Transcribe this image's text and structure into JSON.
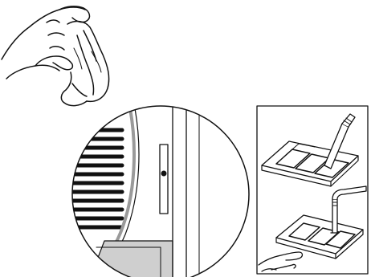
{
  "figure": {
    "illustrations": [
      {
        "name": "hand-with-cloth"
      },
      {
        "name": "appliance-detail-magnified"
      },
      {
        "name": "filter-cleaning-inset"
      }
    ]
  }
}
